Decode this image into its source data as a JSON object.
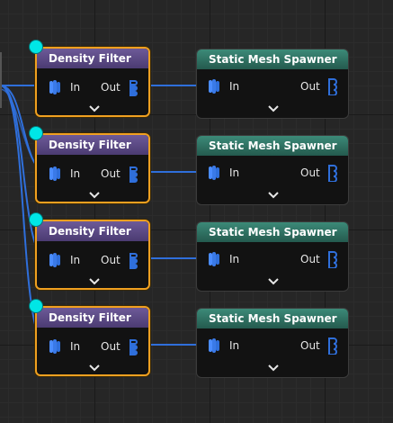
{
  "graph": {
    "colors": {
      "wire": "#2f6fdb",
      "filter_header": "#5b4a84",
      "spawner_header": "#2f7265",
      "selection": "#f0a020",
      "exec_dot": "#00e6e6"
    },
    "filters": [
      {
        "title": "Density Filter",
        "in_label": "In",
        "out_label": "Out"
      },
      {
        "title": "Density Filter",
        "in_label": "In",
        "out_label": "Out"
      },
      {
        "title": "Density Filter",
        "in_label": "In",
        "out_label": "Out"
      },
      {
        "title": "Density Filter",
        "in_label": "In",
        "out_label": "Out"
      }
    ],
    "spawners": [
      {
        "title": "Static Mesh Spawner",
        "in_label": "In",
        "out_label": "Out"
      },
      {
        "title": "Static Mesh Spawner",
        "in_label": "In",
        "out_label": "Out"
      },
      {
        "title": "Static Mesh Spawner",
        "in_label": "In",
        "out_label": "Out"
      },
      {
        "title": "Static Mesh Spawner",
        "in_label": "In",
        "out_label": "Out"
      }
    ],
    "icons": {
      "in_pin": "multi-point-pin-icon",
      "out_pin": "multi-point-pin-icon",
      "expand": "chevron-down-icon",
      "exec": "exec-dot-icon"
    }
  }
}
